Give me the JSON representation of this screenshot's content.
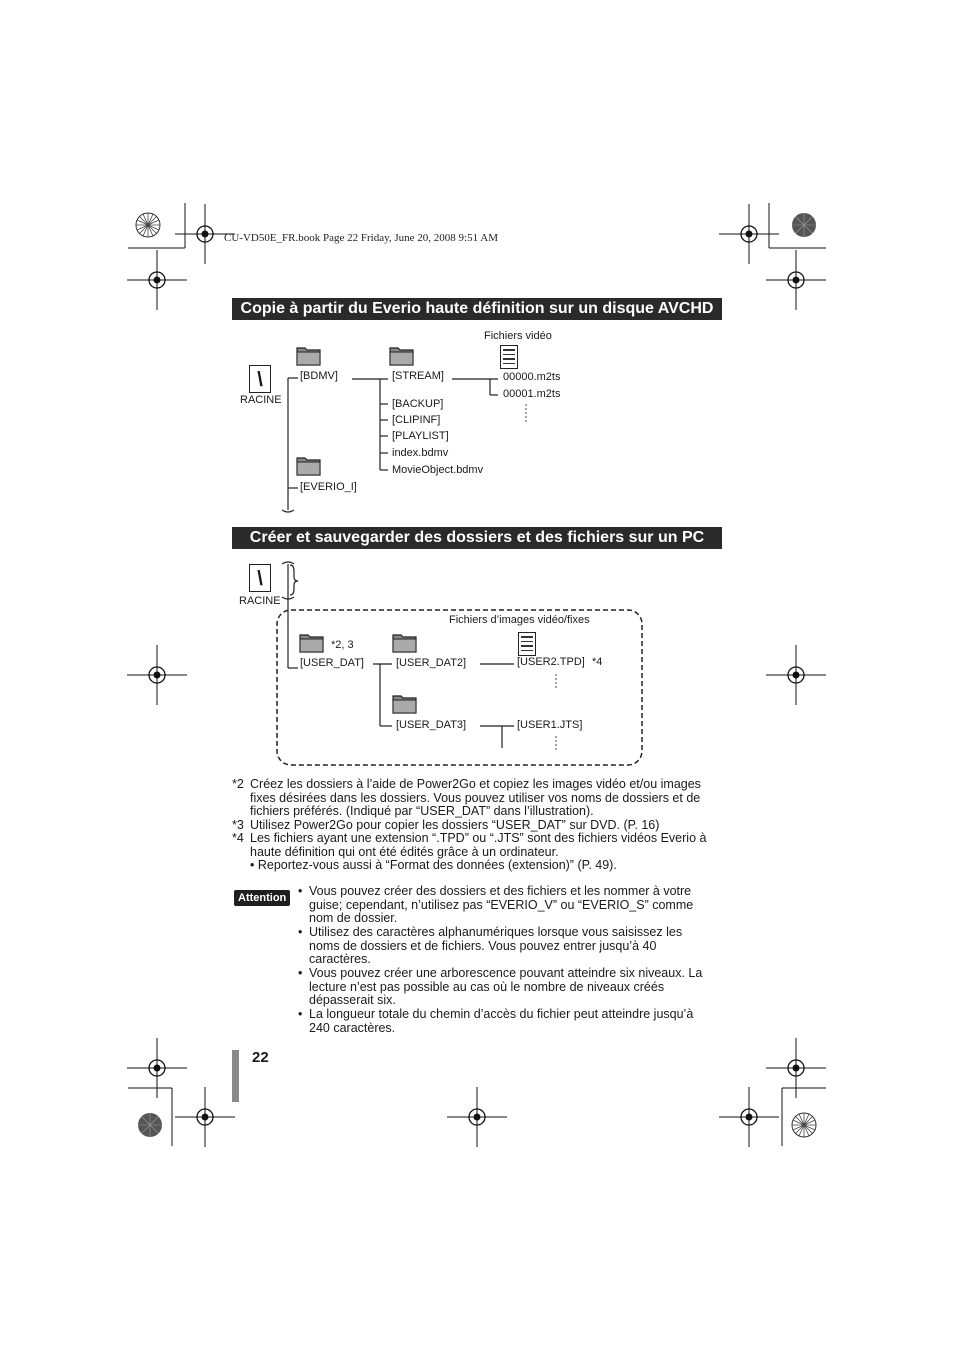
{
  "header": "CU-VD50E_FR.book  Page 22  Friday, June 20, 2008  9:51 AM",
  "section1": {
    "title": "Copie à partir du Everio haute définition sur un disque AVCHD",
    "root_symbol": "\\",
    "root_label": "RACINE",
    "bdmv": "[BDMV]",
    "stream": "[STREAM]",
    "video_files_caption": "Fichiers vidéo",
    "file1": "00000.m2ts",
    "file2": "00001.m2ts",
    "backup": "[BACKUP]",
    "clipinf": "[CLIPINF]",
    "playlist": "[PLAYLIST]",
    "index": "index.bdmv",
    "movieobject": "MovieObject.bdmv",
    "everio_i": "[EVERIO_I]"
  },
  "section2": {
    "title": "Créer et sauvegarder des dossiers et des fichiers sur un PC",
    "root_symbol": "\\",
    "root_label": "RACINE",
    "files_caption": "Fichiers d’images vidéo/fixes",
    "note_23": "*2, 3",
    "user_dat": "[USER_DAT]",
    "user_dat2": "[USER_DAT2]",
    "user2_tpd": "[USER2.TPD]",
    "note_4": "*4",
    "user_dat3": "[USER_DAT3]",
    "user1_jts": "[USER1.JTS]"
  },
  "notes": [
    {
      "mark": "*2",
      "text": "Créez les dossiers à l’aide de Power2Go et copiez les images vidéo et/ou images fixes désirées dans les dossiers. Vous pouvez utiliser vos noms de dossiers et de fichiers préférés. (Indiqué par “USER_DAT” dans l’illustration)."
    },
    {
      "mark": "*3",
      "text": "Utilisez Power2Go pour copier les dossiers “USER_DAT” sur DVD. (P. 16)"
    },
    {
      "mark": "*4",
      "text": "Les fichiers ayant une extension “.TPD” ou “.JTS” sont des fichiers vidéos Everio à haute définition qui ont été édités grâce à un ordinateur."
    },
    {
      "mark": "",
      "text": "• Reportez-vous aussi à “Format des données (extension)” (P. 49)."
    }
  ],
  "attention": {
    "label": "Attention",
    "bullets": [
      "Vous pouvez créer des dossiers et des fichiers et les nommer à votre guise; cependant, n’utilisez pas “EVERIO_V” ou “EVERIO_S” comme nom de dossier.",
      "Utilisez des caractères alphanumériques lorsque vous saisissez les noms de dossiers et de fichiers. Vous pouvez entrer jusqu’à 40 caractères.",
      "Vous pouvez créer une arborescence pouvant atteindre six niveaux. La lecture n’est pas possible au cas où le nombre de niveaux créés dépasserait six.",
      "La longueur totale du chemin d’accès du fichier peut atteindre jusqu’à 240 caractères."
    ]
  },
  "page_number": "22"
}
